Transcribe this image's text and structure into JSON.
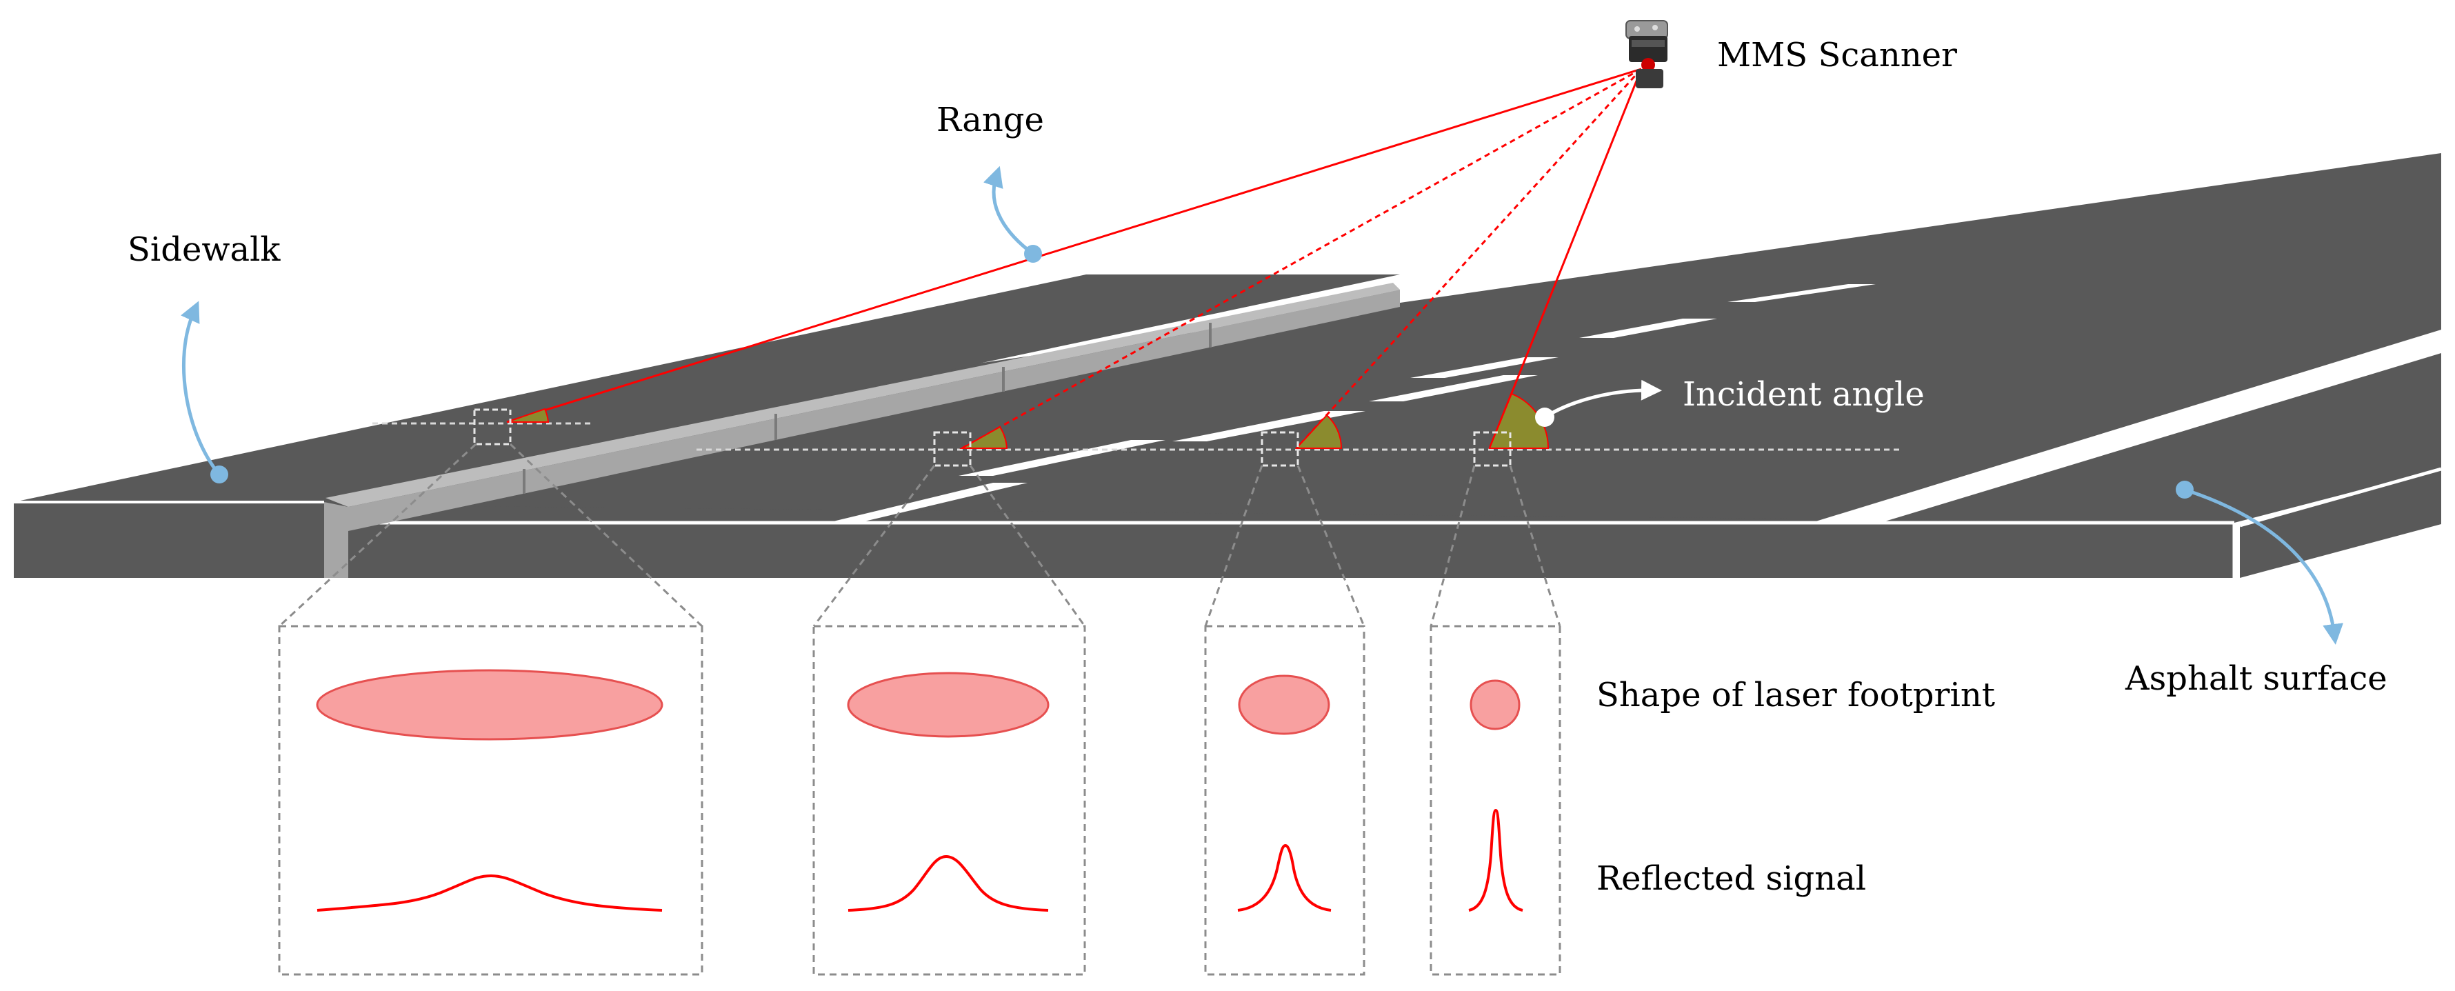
{
  "labels": {
    "scanner": "MMS Scanner",
    "range": "Range",
    "sidewalk": "Sidewalk",
    "incident_angle": "Incident angle",
    "asphalt_surface": "Asphalt surface",
    "footprint_shape": "Shape of laser footprint",
    "reflected_signal": "Reflected signal"
  },
  "colors": {
    "road": "#595959",
    "curb": "#a6a6a6",
    "lane_marking": "#ffffff",
    "laser": "#ff0000",
    "angle_fill": "#8b8b2e",
    "footprint_fill": "#f8a0a0",
    "callout_arrow": "#7fb8e0",
    "zoom_box": "#8c8c8c"
  },
  "icons": {
    "scanner": "lidar-scanner-icon",
    "callout": "curved-arrow-icon"
  }
}
